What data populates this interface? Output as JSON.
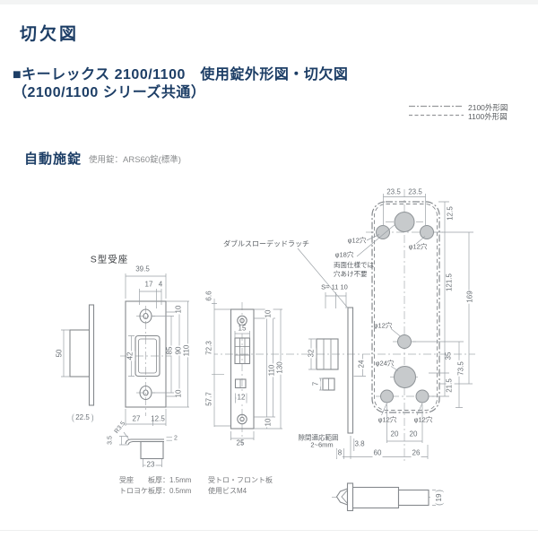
{
  "header": {
    "page_title": "切欠図",
    "heading_line1": "■キーレックス 2100/1100　使用錠外形図・切欠図",
    "heading_line2": "（2100/1100 シリーズ共通）",
    "section_title": "自動施錠",
    "section_note": "使用錠：ARS60錠(標準)"
  },
  "legend": {
    "items": [
      {
        "label": "2100外形図",
        "line_style": "dash-dot"
      },
      {
        "label": "1100外形図",
        "line_style": "dashed"
      }
    ]
  },
  "colors": {
    "navy": "#1d3e66",
    "line_gray": "#8d9296",
    "text_gray": "#6a7076",
    "hole_fill": "#c7cacc"
  },
  "labels": {
    "strike_title": "S型受座",
    "latch_name": "ダブルスローデッドラッチ",
    "hole18": "φ18穴",
    "hole18_note1": "両面仕様では",
    "hole18_note2": "穴あけ不要",
    "hole12": "φ12穴",
    "hole24": "φ24穴",
    "gap_range1": "隙間適応範囲",
    "gap_range2": "2~6mm",
    "spindle": "S= 11 10"
  },
  "notes": {
    "left": [
      {
        "name": "受座",
        "value": "板厚：1.5mm"
      },
      {
        "name": "トロヨケ",
        "value": "板厚：0.5mm"
      }
    ],
    "middle": [
      "受トロ・フロント板",
      "使用ビスM4"
    ]
  },
  "dims": {
    "d2": "2",
    "d4": "4",
    "d7": "7",
    "d8": "8",
    "d10": "10",
    "d12": "12",
    "d15": "15",
    "d17": "17",
    "d19": "19",
    "d20": "20",
    "d21_5": "21.5",
    "d22_5": "22.5",
    "d23": "23",
    "d23_5": "23.5",
    "d24": "24",
    "d25": "25",
    "d26": "26",
    "d27": "27",
    "d32": "32",
    "d35": "35",
    "d39_5": "39.5",
    "d42": "42",
    "d50": "50",
    "d60": "60",
    "d73_5": "73.5",
    "d85": "85",
    "d90": "90",
    "d110": "110",
    "d121_5": "121.5",
    "d130": "130",
    "d169": "169",
    "d3_5": "3.5",
    "d3_8": "3.8",
    "d6_6": "6.6",
    "d12_5": "12.5",
    "d57_7": "57.7",
    "d72_3": "72.3",
    "r3_5": "R3.5"
  }
}
